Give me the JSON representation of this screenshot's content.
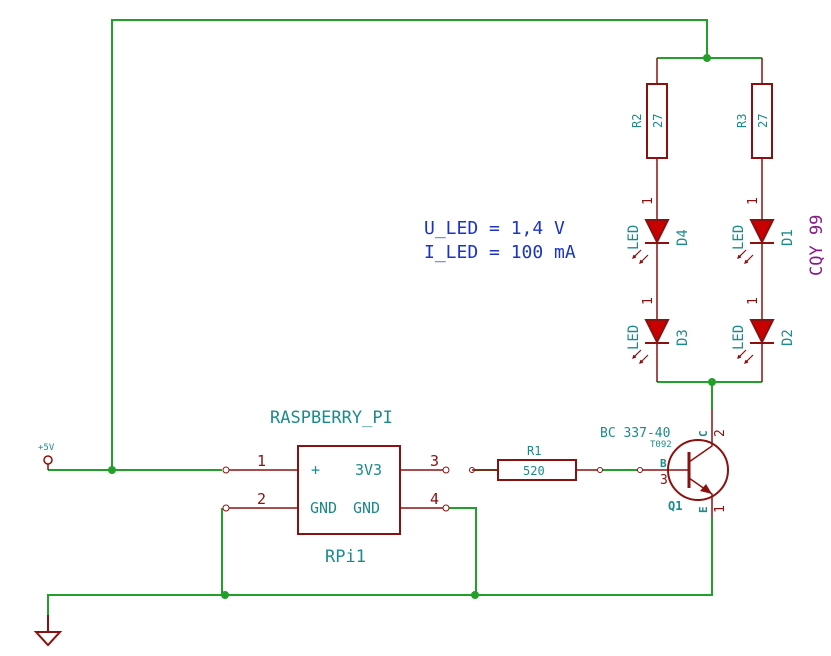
{
  "power": {
    "label": "+5V"
  },
  "rpi": {
    "name": "RASPBERRY_PI",
    "ref": "RPi1",
    "plus": "+",
    "v33": "3V3",
    "gnd1": "GND",
    "gnd2": "GND",
    "pins": [
      "1",
      "2",
      "3",
      "4"
    ]
  },
  "r1": {
    "ref": "R1",
    "value": "520"
  },
  "r2": {
    "ref": "R2",
    "value": "27"
  },
  "r3": {
    "ref": "R3",
    "value": "27"
  },
  "leds": [
    {
      "ref": "D4",
      "type": "LED",
      "pin": "1"
    },
    {
      "ref": "D3",
      "type": "LED",
      "pin": "1"
    },
    {
      "ref": "D1",
      "type": "LED",
      "pin": "1"
    },
    {
      "ref": "D2",
      "type": "LED",
      "pin": "1"
    }
  ],
  "led_model": "CQY 99",
  "annotation": {
    "line1": "U_LED = 1,4 V",
    "line2": "I_LED = 100 mA"
  },
  "q1": {
    "ref": "Q1",
    "model": "BC 337-40",
    "package": "T092",
    "b": "B",
    "c": "C",
    "e": "E",
    "pin_b": "3",
    "pin_c": "2",
    "pin_e": "1"
  }
}
